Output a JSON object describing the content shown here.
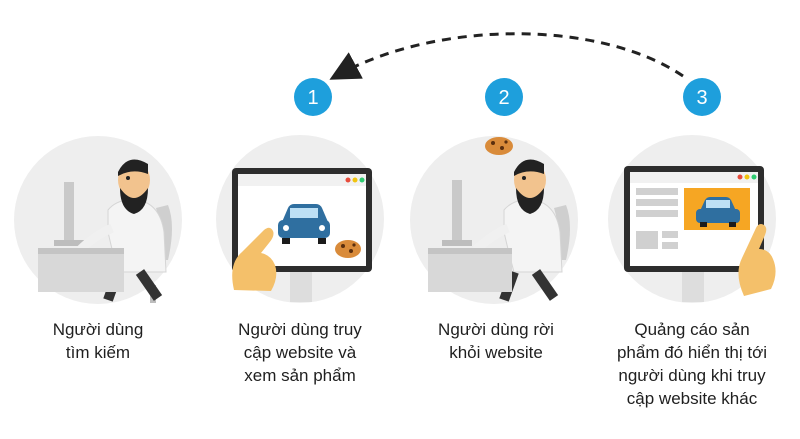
{
  "steps": [
    {
      "badge": "",
      "caption": [
        "Người dùng",
        "tìm kiếm"
      ],
      "scene": "person-at-desk"
    },
    {
      "badge": "1",
      "caption": [
        "Người dùng truy",
        "cập website và",
        "xem sản phẩm"
      ],
      "scene": "monitor-car-cookie"
    },
    {
      "badge": "2",
      "caption": [
        "Người dùng rời",
        "khỏi website"
      ],
      "scene": "person-leaving-with-cookie"
    },
    {
      "badge": "3",
      "caption": [
        "Quảng cáo sản",
        "phẩm đó hiển thị tới",
        "người dùng khi truy",
        "cập website khác"
      ],
      "scene": "monitor-ad-car"
    }
  ],
  "colors": {
    "badge": "#1e9fdc",
    "circle": "#eeeeee",
    "car": "#2f6fa0",
    "ad_background": "#f6a623",
    "hand": "#f4c06a",
    "cookie": "#d98b3a",
    "arrow": "#222222"
  }
}
